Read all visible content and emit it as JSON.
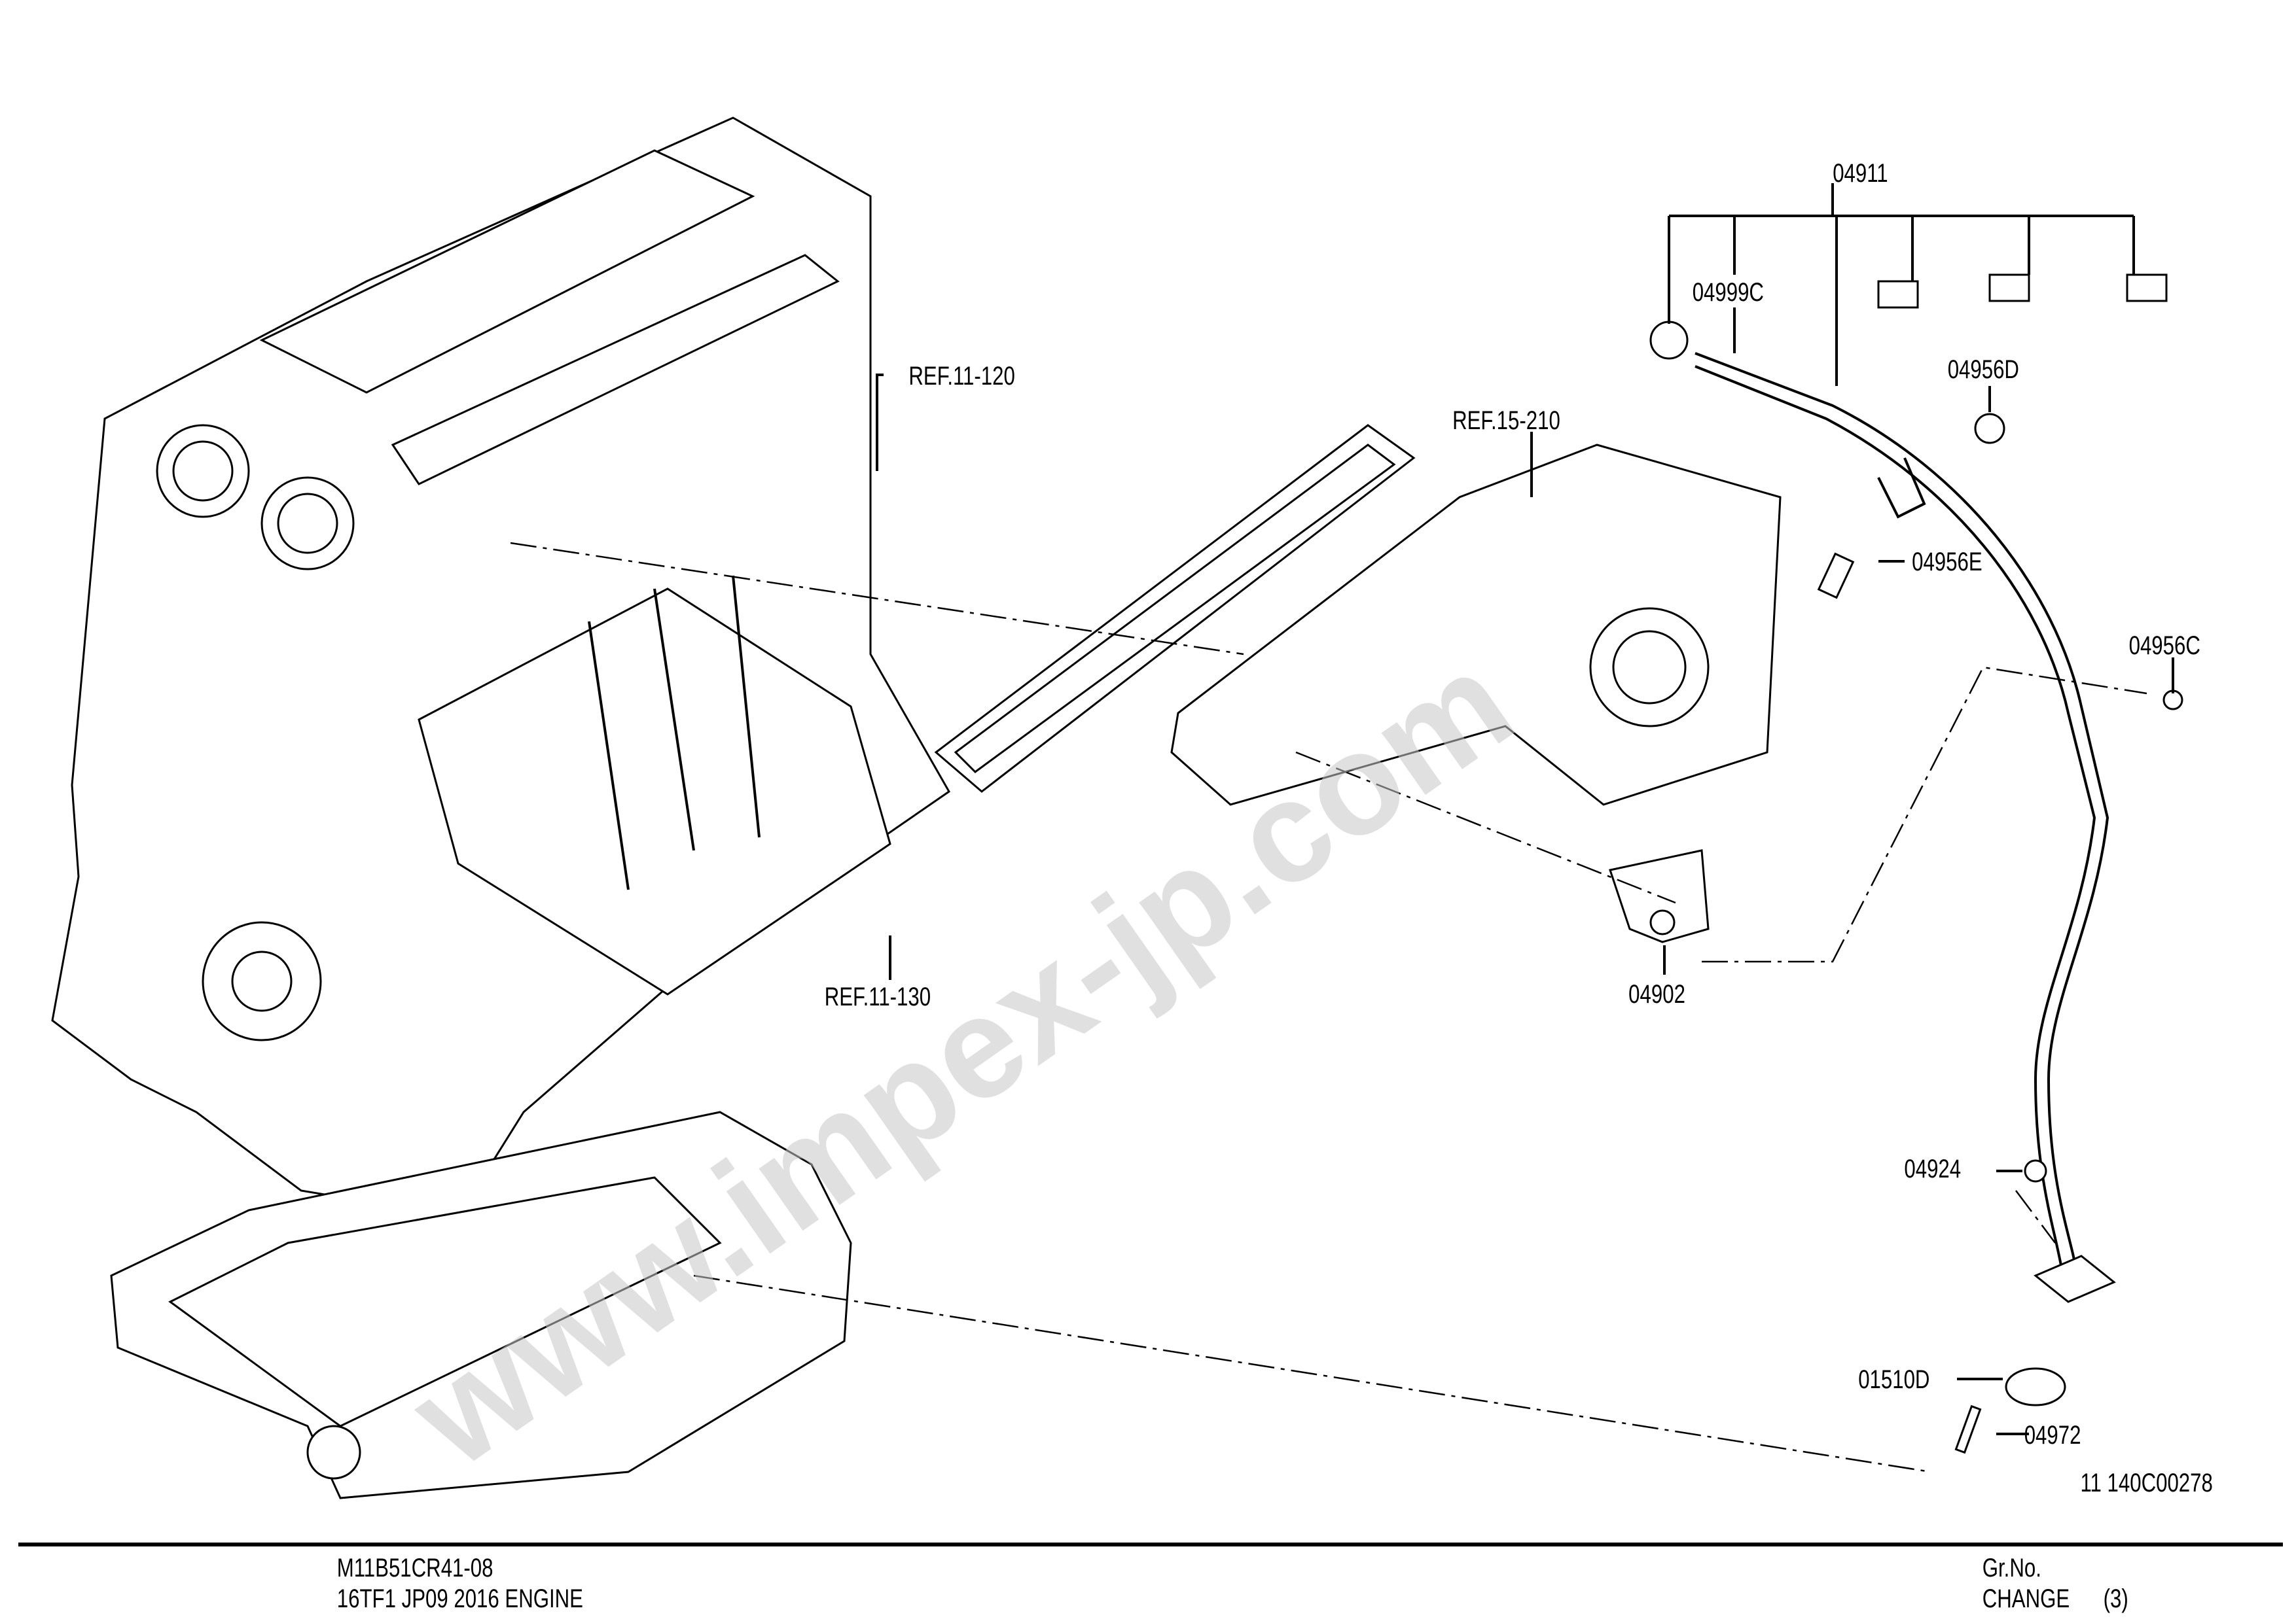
{
  "diagram": {
    "watermark": "www.impex-jp.com",
    "part_labels": {
      "p04911": "04911",
      "p04999C": "04999C",
      "p04956D": "04956D",
      "p04956E": "04956E",
      "p04956C": "04956C",
      "p04902": "04902",
      "p04924": "04924",
      "p01510D": "01510D",
      "p04972": "04972"
    },
    "references": {
      "ref_11_120": "REF.11-120",
      "ref_15_210": "REF.15-210",
      "ref_11_130": "REF.11-130"
    },
    "illustration_code": "11 140C00278"
  },
  "footer": {
    "model_code": "M11B51CR41-08",
    "description": "16TF1 JP09 2016 ENGINE",
    "group_label": "Gr.No.",
    "change_label": "CHANGE",
    "change_value": "(3)"
  }
}
